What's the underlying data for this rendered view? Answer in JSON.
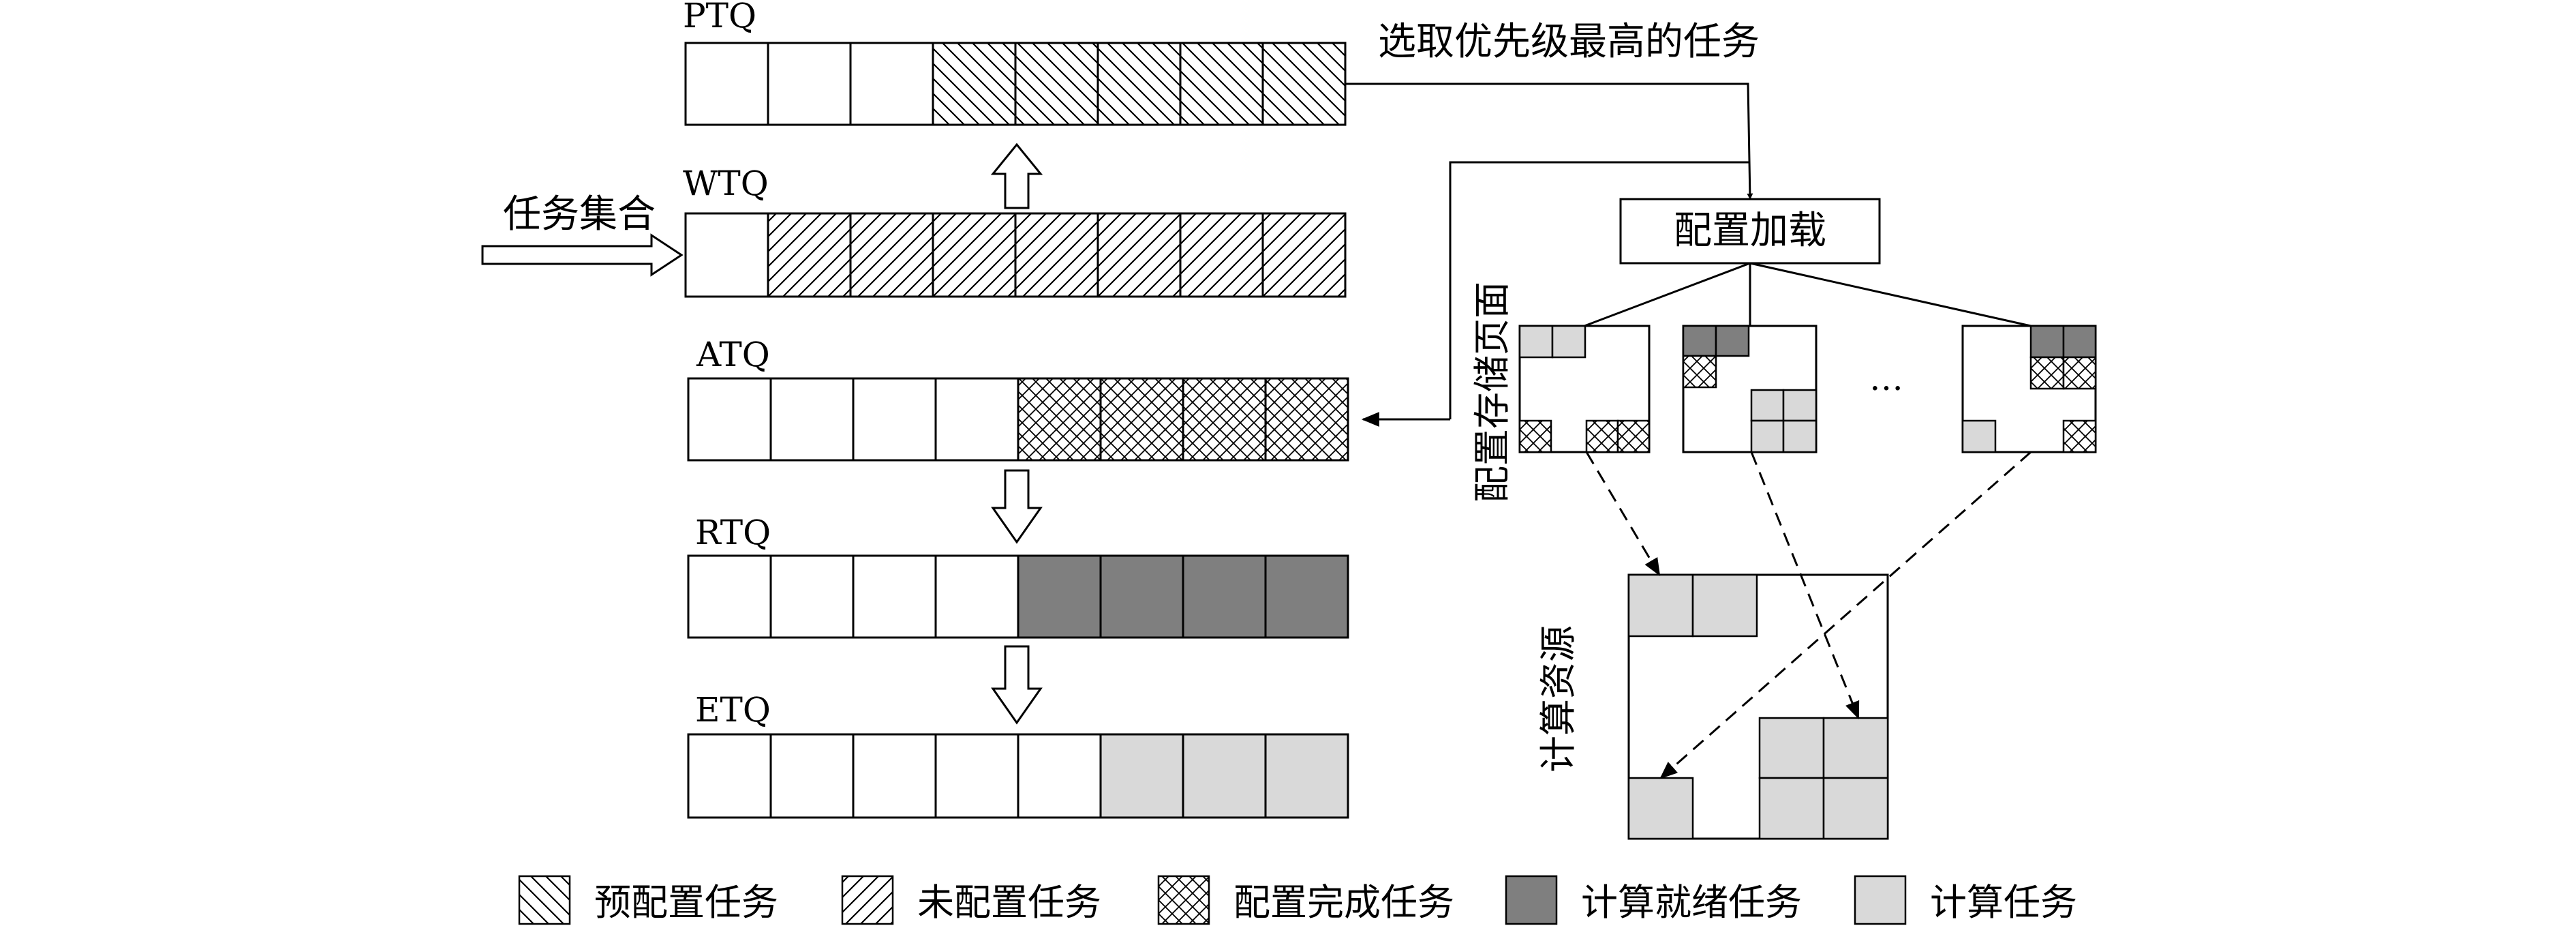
{
  "queues": {
    "ptq": {
      "label": "PTQ",
      "cells": [
        "empty",
        "empty",
        "empty",
        "pre",
        "pre",
        "pre",
        "pre",
        "pre"
      ]
    },
    "wtq": {
      "label": "WTQ",
      "cells": [
        "empty",
        "un",
        "un",
        "un",
        "un",
        "un",
        "un",
        "un"
      ]
    },
    "atq": {
      "label": "ATQ",
      "cells": [
        "empty",
        "empty",
        "empty",
        "empty",
        "done",
        "done",
        "done",
        "done"
      ]
    },
    "rtq": {
      "label": "RTQ",
      "cells": [
        "empty",
        "empty",
        "empty",
        "empty",
        "ready",
        "ready",
        "ready",
        "ready"
      ]
    },
    "etq": {
      "label": "ETQ",
      "cells": [
        "empty",
        "empty",
        "empty",
        "empty",
        "empty",
        "comp",
        "comp",
        "comp"
      ]
    }
  },
  "annotations": {
    "task_set": "任务集合",
    "select_highest": "选取优先级最高的任务",
    "config_load": "配置加载",
    "config_storage_page": "配置存储页面",
    "compute_resource": "计算资源",
    "ellipsis": "…"
  },
  "legend": [
    {
      "key": "pre",
      "label": "预配置任务"
    },
    {
      "key": "un",
      "label": "未配置任务"
    },
    {
      "key": "done",
      "label": "配置完成任务"
    },
    {
      "key": "ready",
      "label": "计算就绪任务"
    },
    {
      "key": "comp",
      "label": "计算任务"
    }
  ],
  "colors": {
    "ready": "#7f7f7f",
    "comp": "#d9d9d9",
    "stroke": "#000000"
  }
}
